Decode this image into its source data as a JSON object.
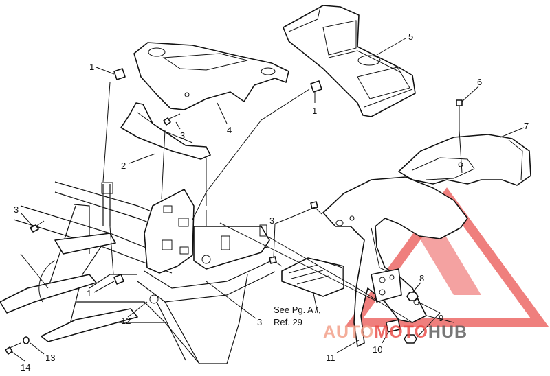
{
  "callouts": {
    "c1a": "1",
    "c1b": "1",
    "c1c": "1",
    "c2": "2",
    "c3a": "3",
    "c3b": "3",
    "c3c": "3",
    "c3d": "3",
    "c4": "4",
    "c5": "5",
    "c6": "6",
    "c7": "7",
    "c8": "8",
    "c9": "9",
    "c10": "10",
    "c11": "11",
    "c12": "12",
    "c13": "13",
    "c14": "14"
  },
  "note": {
    "line1": "See Pg. A7,",
    "line2": "Ref. 29"
  },
  "watermark": {
    "part1": "AUTO",
    "part2": "MOTO",
    "part3": "HUB",
    "colors": {
      "accent": "#e8433f",
      "light": "#f2a08a",
      "dark": "#555555"
    }
  },
  "colors": {
    "line": "#111111",
    "background": "#ffffff"
  }
}
